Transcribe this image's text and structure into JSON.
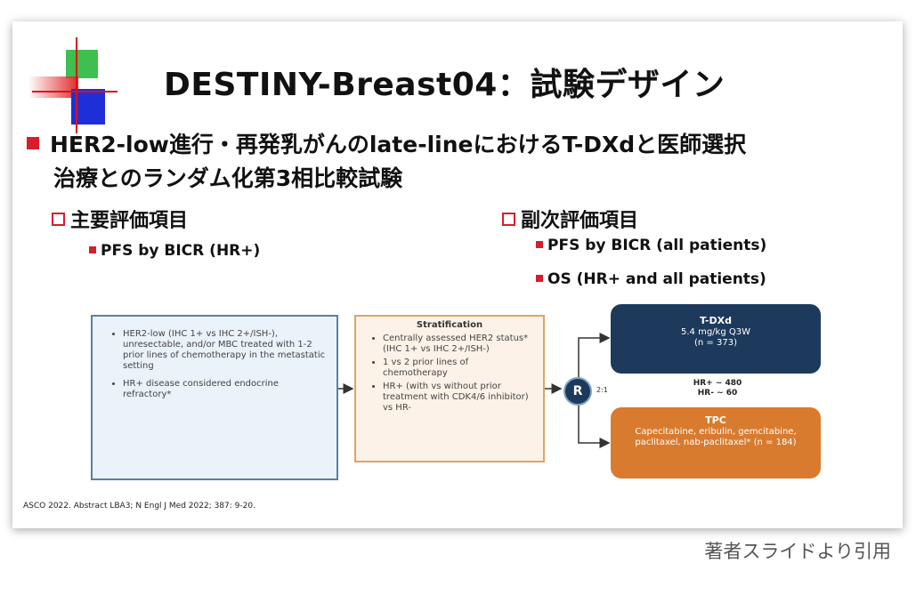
{
  "slide": {
    "title": "DESTINY-Breast04：試験デザイン",
    "main_bullet_line1": "HER2-low進行・再発乳がんのlate-lineにおけるT-DXdと医師選択",
    "main_bullet_line2": "治療とのランダム化第3相比較試験",
    "primary_endpoint": {
      "heading": "主要評価項目",
      "items": [
        "PFS by BICR (HR+)"
      ]
    },
    "secondary_endpoint": {
      "heading": "副次評価項目",
      "items": [
        "PFS by BICR (all patients)",
        "OS (HR+ and all patients)"
      ]
    },
    "eligibility": [
      "HER2-low (IHC 1+ vs IHC 2+/ISH-), unresectable, and/or MBC treated with 1-2 prior lines of chemotherapy in the metastatic setting",
      "HR+ disease considered endocrine refractory*"
    ],
    "stratification": {
      "heading": "Stratification",
      "items": [
        "Centrally assessed HER2 status* (IHC 1+ vs IHC 2+/ISH-)",
        "1 vs 2 prior lines of chemotherapy",
        "HR+ (with vs without prior treatment with CDK4/6 inhibitor) vs HR-"
      ]
    },
    "randomization": {
      "label": "R",
      "ratio": "2:1"
    },
    "arm_tdxd": {
      "name": "T-DXd",
      "dose": "5.4 mg/kg Q3W",
      "n": "(n = 373)"
    },
    "hr_counts": [
      "HR+ ~ 480",
      "HR- ~ 60"
    ],
    "arm_tpc": {
      "name": "TPC",
      "drugs": "Capecitabine, eribulin, gemcitabine, paclitaxel, nab-paclitaxel* (n = 184)"
    },
    "citation": "ASCO 2022. Abstract LBA3; N Engl J Med 2022; 387: 9-20."
  },
  "credit": "著者スライドより引用",
  "colors": {
    "bullet_red": "#d81e2a",
    "arm_navy": "#1d3a5c",
    "arm_orange": "#d97b2e"
  }
}
